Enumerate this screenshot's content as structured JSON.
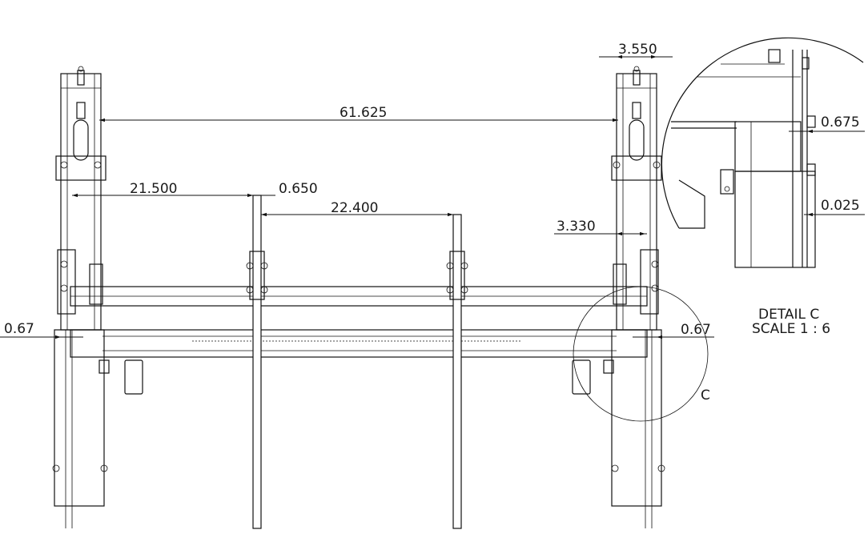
{
  "dimensions": {
    "overall_width": "61.625",
    "tine_spacing_left": "21.500",
    "tine_thickness": "0.650",
    "tine_spacing_center": "22.400",
    "offset_right": "3.330",
    "upright_width": "3.550",
    "left_clearance": "0.67",
    "right_clearance": "0.67",
    "detail_plate": "0.675",
    "detail_gap": "0.025"
  },
  "detail": {
    "callout_letter": "C",
    "title": "DETAIL C",
    "scale": "SCALE 1 : 6"
  }
}
